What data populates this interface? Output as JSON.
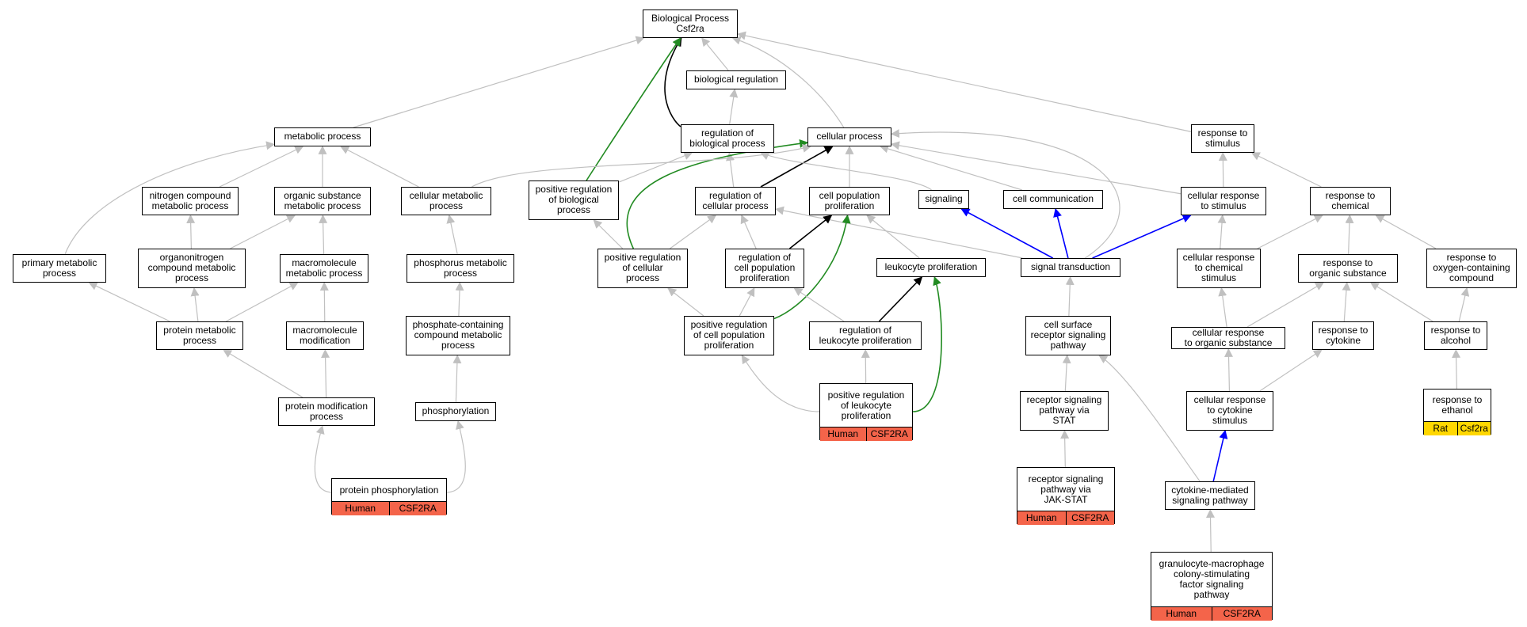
{
  "colors": {
    "gray": "#c0c0c0",
    "black": "#000000",
    "green": "#228b22",
    "blue": "#0000ff",
    "human": "#f4644a",
    "rat": "#ffd700"
  },
  "nodes": [
    {
      "id": "bp",
      "label": "Biological Process\nCsf2ra"
    },
    {
      "id": "bioreg",
      "label": "biological regulation"
    },
    {
      "id": "metab",
      "label": "metabolic process"
    },
    {
      "id": "regbio",
      "label": "regulation of\nbiological process"
    },
    {
      "id": "cellproc",
      "label": "cellular process"
    },
    {
      "id": "respstim",
      "label": "response to\nstimulus"
    },
    {
      "id": "nitro",
      "label": "nitrogen compound\nmetabolic process"
    },
    {
      "id": "orgsub",
      "label": "organic substance\nmetabolic process"
    },
    {
      "id": "cellmetab",
      "label": "cellular metabolic\nprocess"
    },
    {
      "id": "posregbio",
      "label": "positive regulation\nof biological\nprocess"
    },
    {
      "id": "regcell",
      "label": "regulation of\ncellular process"
    },
    {
      "id": "cellpop",
      "label": "cell population\nproliferation"
    },
    {
      "id": "signaling",
      "label": "signaling"
    },
    {
      "id": "cellcomm",
      "label": "cell communication"
    },
    {
      "id": "cellrespstim",
      "label": "cellular response\nto stimulus"
    },
    {
      "id": "respchem",
      "label": "response to\nchemical"
    },
    {
      "id": "primary",
      "label": "primary metabolic\nprocess"
    },
    {
      "id": "organonit",
      "label": "organonitrogen\ncompound metabolic\nprocess"
    },
    {
      "id": "macro",
      "label": "macromolecule\nmetabolic process"
    },
    {
      "id": "phosmet",
      "label": "phosphorus metabolic\nprocess"
    },
    {
      "id": "posregcell",
      "label": "positive regulation\nof cellular\nprocess"
    },
    {
      "id": "regpop",
      "label": "regulation of\ncell population\nproliferation"
    },
    {
      "id": "leuko",
      "label": "leukocyte proliferation"
    },
    {
      "id": "sigtrans",
      "label": "signal transduction"
    },
    {
      "id": "cellrespchem",
      "label": "cellular response\nto chemical\nstimulus"
    },
    {
      "id": "resporg",
      "label": "response to\norganic substance"
    },
    {
      "id": "respoxy",
      "label": "response to\noxygen-containing\ncompound"
    },
    {
      "id": "protmet",
      "label": "protein metabolic\nprocess"
    },
    {
      "id": "macromod",
      "label": "macromolecule\nmodification"
    },
    {
      "id": "phoscont",
      "label": "phosphate-containing\ncompound metabolic\nprocess"
    },
    {
      "id": "posregpop",
      "label": "positive regulation\nof cell population\nproliferation"
    },
    {
      "id": "regleuko",
      "label": "regulation of\nleukocyte proliferation"
    },
    {
      "id": "cellsurf",
      "label": "cell surface\nreceptor signaling\npathway"
    },
    {
      "id": "cellresporg",
      "label": "cellular response\nto organic substance"
    },
    {
      "id": "respcyto",
      "label": "response to\ncytokine"
    },
    {
      "id": "respalc",
      "label": "response to\nalcohol"
    },
    {
      "id": "protmod",
      "label": "protein modification\nprocess"
    },
    {
      "id": "phosph",
      "label": "phosphorylation"
    },
    {
      "id": "posregleuko",
      "label": "positive regulation\nof leukocyte\nproliferation",
      "species": "Human",
      "gene": "CSF2RA"
    },
    {
      "id": "recstat",
      "label": "receptor signaling\npathway via\nSTAT"
    },
    {
      "id": "cellrespcyto",
      "label": "cellular response\nto cytokine\nstimulus"
    },
    {
      "id": "respeth",
      "label": "response to\nethanol",
      "species": "Rat",
      "gene": "Csf2ra"
    },
    {
      "id": "protphos",
      "label": "protein phosphorylation",
      "species": "Human",
      "gene": "CSF2RA"
    },
    {
      "id": "jakstat",
      "label": "receptor signaling\npathway via\nJAK-STAT",
      "species": "Human",
      "gene": "CSF2RA"
    },
    {
      "id": "cytomed",
      "label": "cytokine-mediated\nsignaling pathway"
    },
    {
      "id": "gmcsf",
      "label": "granulocyte-macrophage\ncolony-stimulating\nfactor signaling\npathway",
      "species": "Human",
      "gene": "CSF2RA"
    }
  ],
  "edges": [
    {
      "from": "bioreg",
      "to": "bp",
      "color": "gray"
    },
    {
      "from": "metab",
      "to": "bp",
      "color": "gray"
    },
    {
      "from": "regbio",
      "to": "bp",
      "color": "black"
    },
    {
      "from": "posregbio",
      "to": "bp",
      "color": "green"
    },
    {
      "from": "cellproc",
      "to": "bp",
      "color": "gray"
    },
    {
      "from": "respstim",
      "to": "bp",
      "color": "gray"
    },
    {
      "from": "regbio",
      "to": "bioreg",
      "color": "gray"
    },
    {
      "from": "nitro",
      "to": "metab",
      "color": "gray"
    },
    {
      "from": "orgsub",
      "to": "metab",
      "color": "gray"
    },
    {
      "from": "cellmetab",
      "to": "metab",
      "color": "gray"
    },
    {
      "from": "primary",
      "to": "metab",
      "color": "gray"
    },
    {
      "from": "posregbio",
      "to": "regbio",
      "color": "gray"
    },
    {
      "from": "regcell",
      "to": "regbio",
      "color": "gray"
    },
    {
      "from": "regcell",
      "to": "cellproc",
      "color": "black"
    },
    {
      "from": "cellpop",
      "to": "cellproc",
      "color": "gray"
    },
    {
      "from": "posregcell",
      "to": "cellproc",
      "color": "green"
    },
    {
      "from": "cellmetab",
      "to": "cellproc",
      "color": "gray"
    },
    {
      "from": "cellcomm",
      "to": "cellproc",
      "color": "gray"
    },
    {
      "from": "cellrespstim",
      "to": "cellproc",
      "color": "gray"
    },
    {
      "from": "sigtrans",
      "to": "cellproc",
      "color": "gray"
    },
    {
      "from": "signaling",
      "to": "regbio",
      "color": "gray"
    },
    {
      "from": "cellrespstim",
      "to": "respstim",
      "color": "gray"
    },
    {
      "from": "respchem",
      "to": "respstim",
      "color": "gray"
    },
    {
      "from": "organonit",
      "to": "nitro",
      "color": "gray"
    },
    {
      "from": "organonit",
      "to": "orgsub",
      "color": "gray"
    },
    {
      "from": "macro",
      "to": "orgsub",
      "color": "gray"
    },
    {
      "from": "phosmet",
      "to": "cellmetab",
      "color": "gray"
    },
    {
      "from": "posregcell",
      "to": "posregbio",
      "color": "gray"
    },
    {
      "from": "posregcell",
      "to": "regcell",
      "color": "gray"
    },
    {
      "from": "regpop",
      "to": "regcell",
      "color": "gray"
    },
    {
      "from": "sigtrans",
      "to": "regcell",
      "color": "gray"
    },
    {
      "from": "regpop",
      "to": "cellpop",
      "color": "black"
    },
    {
      "from": "posregpop",
      "to": "cellpop",
      "color": "green"
    },
    {
      "from": "leuko",
      "to": "cellpop",
      "color": "gray"
    },
    {
      "from": "sigtrans",
      "to": "signaling",
      "color": "blue"
    },
    {
      "from": "sigtrans",
      "to": "cellcomm",
      "color": "blue"
    },
    {
      "from": "sigtrans",
      "to": "cellrespstim",
      "color": "blue"
    },
    {
      "from": "cellrespchem",
      "to": "cellrespstim",
      "color": "gray"
    },
    {
      "from": "cellrespchem",
      "to": "respchem",
      "color": "gray"
    },
    {
      "from": "resporg",
      "to": "respchem",
      "color": "gray"
    },
    {
      "from": "respoxy",
      "to": "respchem",
      "color": "gray"
    },
    {
      "from": "protmet",
      "to": "primary",
      "color": "gray"
    },
    {
      "from": "protmet",
      "to": "organonit",
      "color": "gray"
    },
    {
      "from": "protmet",
      "to": "macro",
      "color": "gray"
    },
    {
      "from": "macromod",
      "to": "macro",
      "color": "gray"
    },
    {
      "from": "phoscont",
      "to": "phosmet",
      "color": "gray"
    },
    {
      "from": "posregpop",
      "to": "posregcell",
      "color": "gray"
    },
    {
      "from": "posregpop",
      "to": "regpop",
      "color": "gray"
    },
    {
      "from": "regleuko",
      "to": "regpop",
      "color": "gray"
    },
    {
      "from": "regleuko",
      "to": "leuko",
      "color": "black"
    },
    {
      "from": "posregleuko",
      "to": "leuko",
      "color": "green"
    },
    {
      "from": "cellsurf",
      "to": "sigtrans",
      "color": "gray"
    },
    {
      "from": "cellresporg",
      "to": "cellrespchem",
      "color": "gray"
    },
    {
      "from": "cellresporg",
      "to": "resporg",
      "color": "gray"
    },
    {
      "from": "respcyto",
      "to": "resporg",
      "color": "gray"
    },
    {
      "from": "respalc",
      "to": "resporg",
      "color": "gray"
    },
    {
      "from": "respalc",
      "to": "respoxy",
      "color": "gray"
    },
    {
      "from": "protmod",
      "to": "protmet",
      "color": "gray"
    },
    {
      "from": "protmod",
      "to": "macromod",
      "color": "gray"
    },
    {
      "from": "phosph",
      "to": "phoscont",
      "color": "gray"
    },
    {
      "from": "posregleuko",
      "to": "posregpop",
      "color": "gray"
    },
    {
      "from": "posregleuko",
      "to": "regleuko",
      "color": "gray"
    },
    {
      "from": "recstat",
      "to": "cellsurf",
      "color": "gray"
    },
    {
      "from": "cytomed",
      "to": "cellsurf",
      "color": "gray"
    },
    {
      "from": "cellrespcyto",
      "to": "cellresporg",
      "color": "gray"
    },
    {
      "from": "cellrespcyto",
      "to": "respcyto",
      "color": "gray"
    },
    {
      "from": "respeth",
      "to": "respalc",
      "color": "gray"
    },
    {
      "from": "protphos",
      "to": "protmod",
      "color": "gray"
    },
    {
      "from": "protphos",
      "to": "phosph",
      "color": "gray"
    },
    {
      "from": "jakstat",
      "to": "recstat",
      "color": "gray"
    },
    {
      "from": "cytomed",
      "to": "cellrespcyto",
      "color": "blue"
    },
    {
      "from": "gmcsf",
      "to": "cytomed",
      "color": "gray"
    }
  ]
}
